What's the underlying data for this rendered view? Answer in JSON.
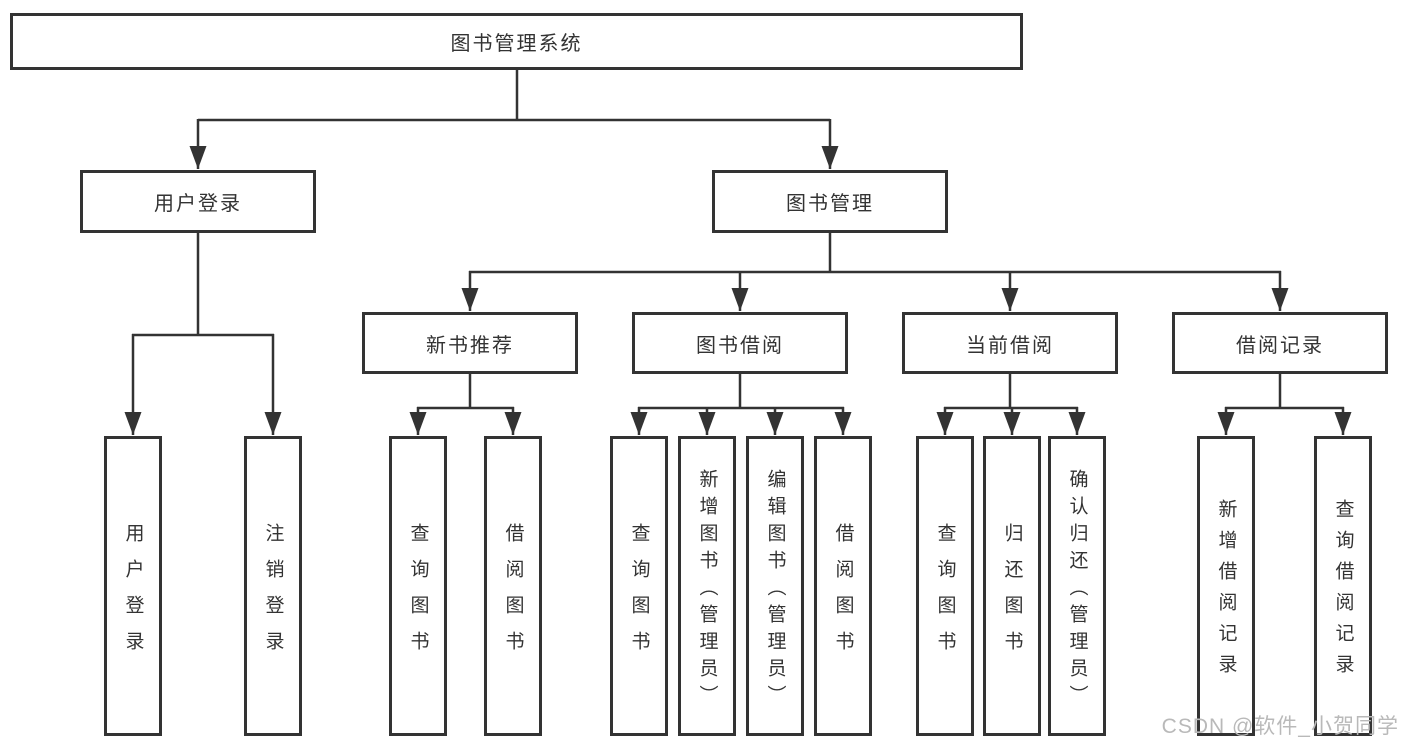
{
  "nodes": {
    "root": "图书管理系统",
    "user_login": "用户登录",
    "book_mgmt": "图书管理",
    "login_leaf": "用户登录",
    "logout_leaf": "注销登录",
    "new_book_rec": "新书推荐",
    "book_borrow": "图书借阅",
    "current_borrow": "当前借阅",
    "borrow_records": "借阅记录",
    "nbr_query_books": "查询图书",
    "nbr_borrow_books": "借阅图书",
    "bb_query_books": "查询图书",
    "bb_add_books": "新增图书（管理员）",
    "bb_edit_books": "编辑图书（管理员）",
    "bb_borrow_books": "借阅图书",
    "cb_query_books": "查询图书",
    "cb_return_books": "归还图书",
    "cb_confirm_return": "确认归还（管理员）",
    "br_add_record": "新增借阅记录",
    "br_query_record": "查询借阅记录"
  },
  "watermark": "CSDN @软件_小贺同学",
  "colors": {
    "line": "#333333",
    "box_border": "#333333",
    "box_background": "#ffffff",
    "text": "#333333",
    "watermark_text": "#b9b9b9",
    "page_background": "#ffffff"
  }
}
